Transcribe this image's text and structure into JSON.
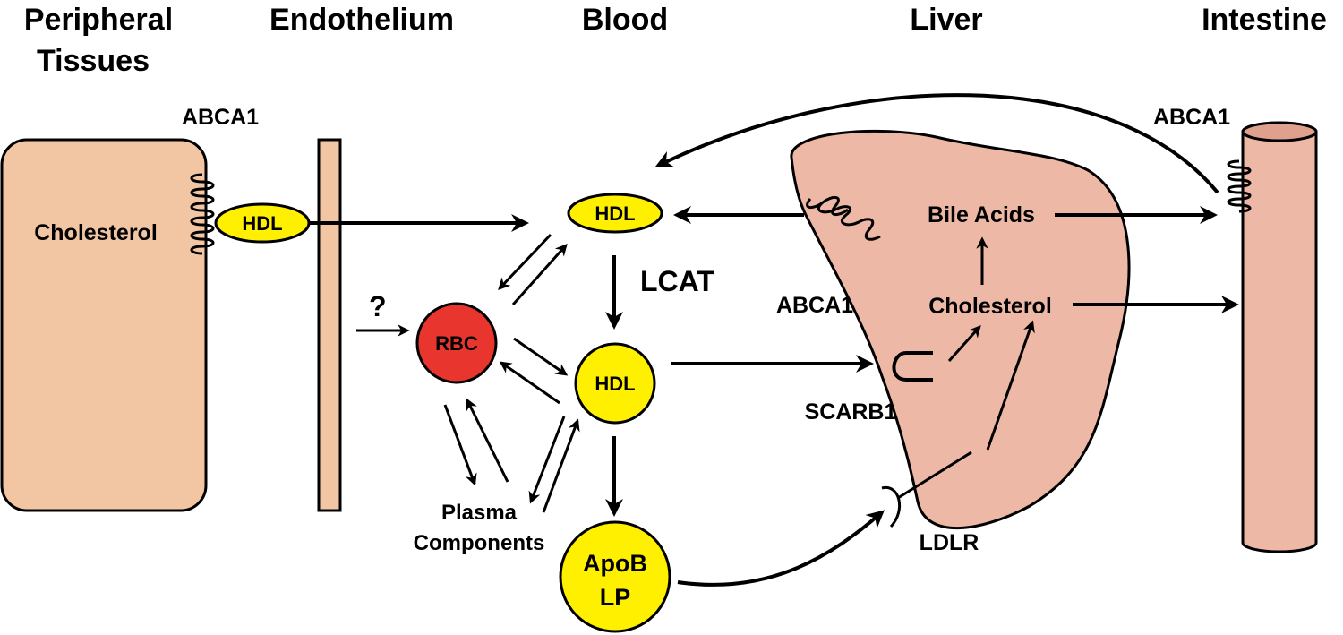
{
  "columns": {
    "peripheral": [
      "Peripheral",
      "Tissues"
    ],
    "endothelium": "Endothelium",
    "blood": "Blood",
    "liver": "Liver",
    "intestine": "Intestine"
  },
  "labels": {
    "abca1_peripheral": "ABCA1",
    "abca1_liver": "ABCA1",
    "abca1_intestine": "ABCA1",
    "cholesterol_peripheral": "Cholesterol",
    "cholesterol_liver": "Cholesterol",
    "bile_acids": "Bile Acids",
    "lcat": "LCAT",
    "question": "?",
    "scarb1": "SCARB1",
    "ldlr": "LDLR",
    "plasma_components": [
      "Plasma",
      "Components"
    ]
  },
  "nodes": {
    "hdl_peripheral": "HDL",
    "hdl_top": "HDL",
    "hdl_mature": "HDL",
    "rbc": "RBC",
    "apob": [
      "ApoB",
      "LP"
    ]
  },
  "colors": {
    "tissue": "#F2C6A3",
    "liver": "#EEB8A6",
    "hdl": "#FFF000",
    "rbc": "#E8362E",
    "stroke": "#000000"
  }
}
